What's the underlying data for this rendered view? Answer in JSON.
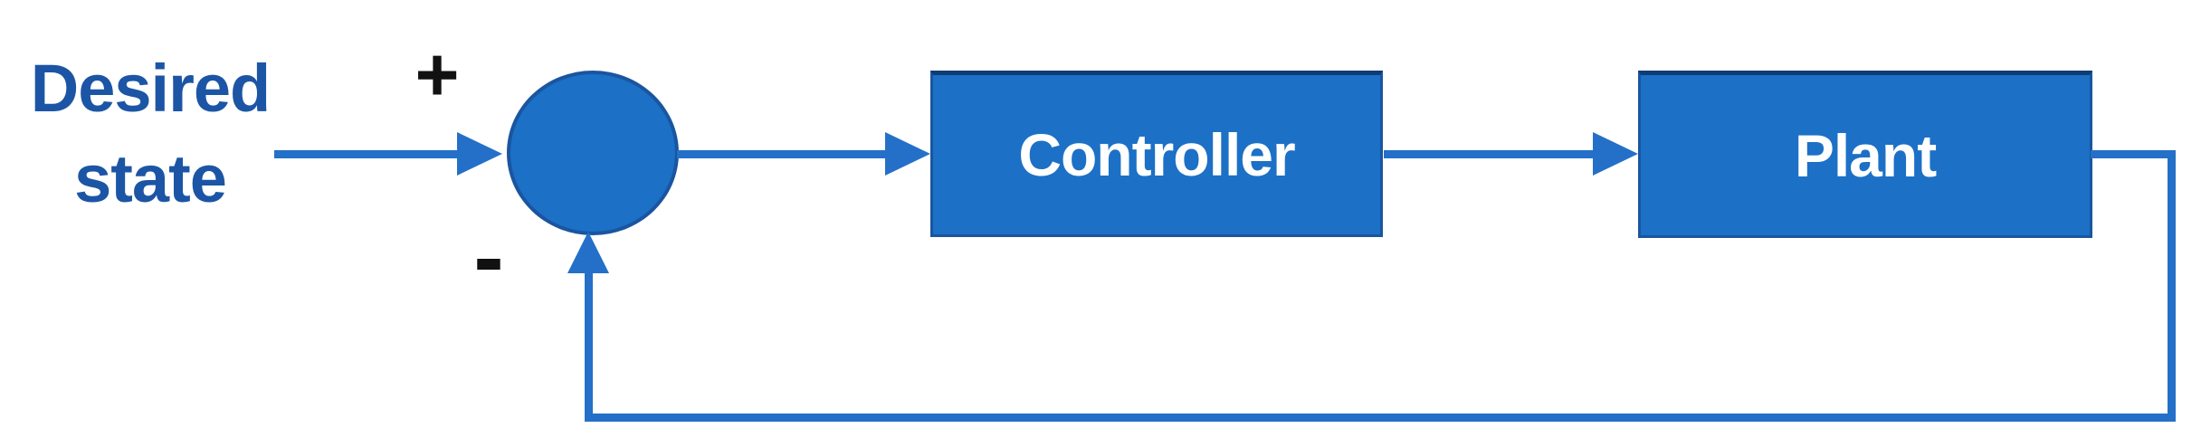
{
  "labels": {
    "desired_state_line1": "Desired",
    "desired_state_line2": "state",
    "plus_sign": "+",
    "minus_sign": "-"
  },
  "nodes": {
    "controller": {
      "label": "Controller"
    },
    "plant": {
      "label": "Plant"
    }
  },
  "colors": {
    "node_fill": "#1C70C6",
    "node_border": "#1A55A0",
    "node_border_top": "#0E3C74",
    "line": "#2470C8",
    "label_text": "#1C55A5",
    "sign_text": "#111111",
    "node_text": "#FFFFFF",
    "background": "#FFFFFF"
  }
}
